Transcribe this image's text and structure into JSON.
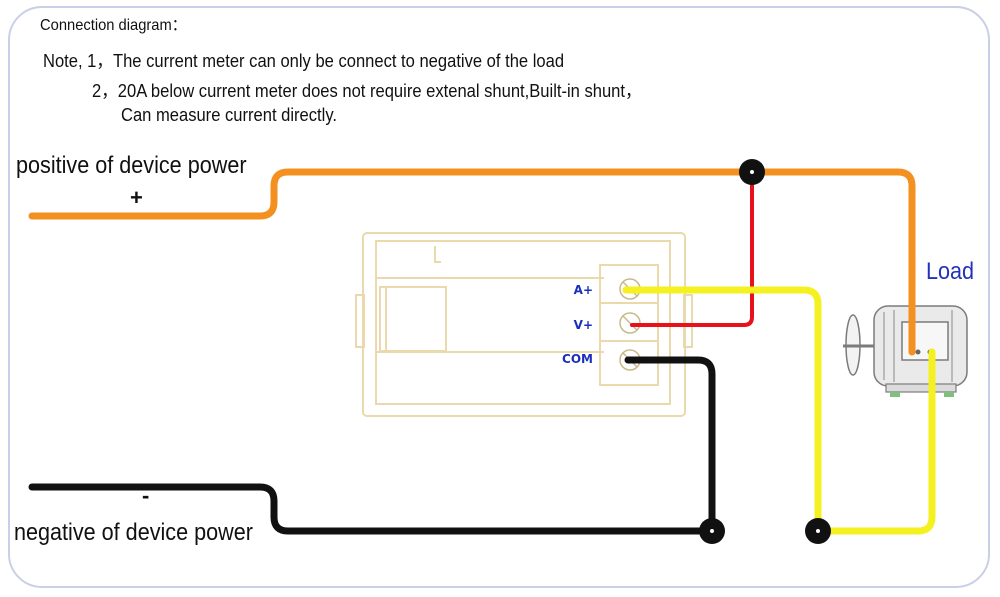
{
  "title": "Connection diagram：",
  "notes": {
    "line1": "Note, 1，The current meter can only be connect to negative of the load",
    "line2": "2，20A below current meter does not require extenal shunt,Built-in shunt，",
    "line3": "Can measure current directly."
  },
  "power": {
    "positive_label": "positive of device power",
    "positive_sign": "+",
    "negative_label": "negative of device power",
    "negative_sign": "-"
  },
  "load_label": "Load",
  "meter": {
    "terminals": [
      "A+",
      "V+",
      "COM"
    ]
  },
  "wire_colors": {
    "positive": "#f39020",
    "voltage_sense": "#e8101a",
    "negative": "#111111",
    "load_return": "#f5f020"
  },
  "icons": {
    "meter": "panel-meter-outline",
    "load": "electric-motor-icon",
    "junction": "junction-dot"
  }
}
